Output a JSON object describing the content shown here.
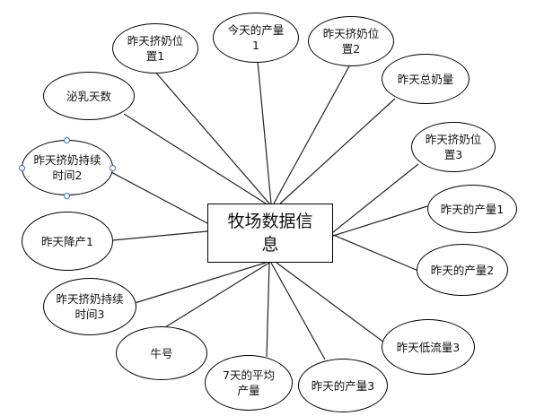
{
  "center": {
    "label": "牧场数据信\n息"
  },
  "nodes": [
    {
      "label": "昨天挤奶位\n置1"
    },
    {
      "label": "今天的产量\n1"
    },
    {
      "label": "昨天挤奶位\n置2"
    },
    {
      "label": "泌乳天数"
    },
    {
      "label": "昨天总奶量"
    },
    {
      "label": "昨天挤奶持续\n时间2"
    },
    {
      "label": "昨天挤奶位\n置3"
    },
    {
      "label": "昨天的产量1"
    },
    {
      "label": "昨天降产1"
    },
    {
      "label": "昨天的产量2"
    },
    {
      "label": "昨天挤奶持续\n时间3"
    },
    {
      "label": "牛号"
    },
    {
      "label": "昨天低流量3"
    },
    {
      "label": "7天的平均\n产量"
    },
    {
      "label": "昨天的产量3"
    }
  ]
}
